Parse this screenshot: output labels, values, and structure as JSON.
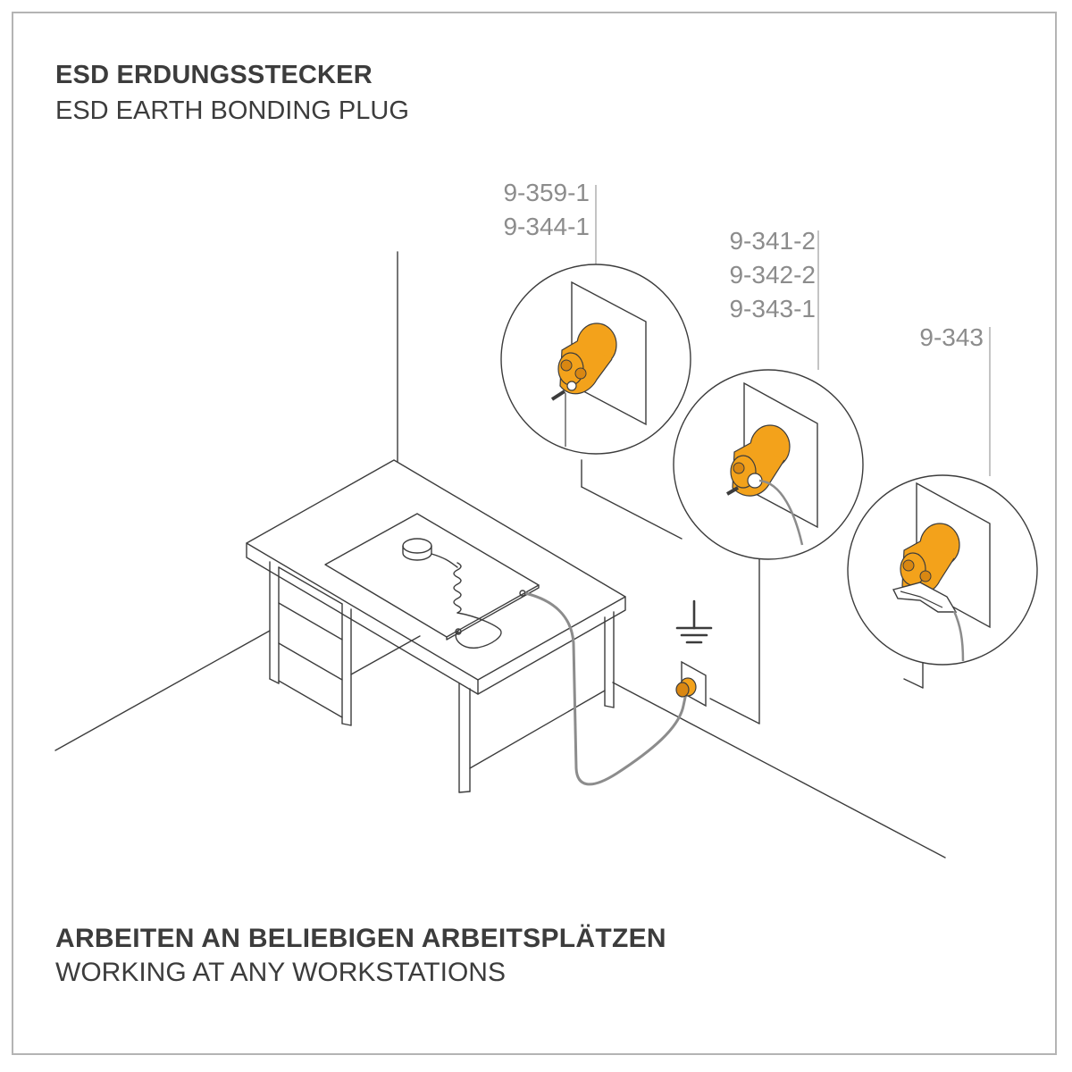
{
  "header": {
    "title_de": "ESD ERDUNGSSTECKER",
    "title_en": "ESD EARTH BONDING PLUG"
  },
  "footer": {
    "caption_de": "ARBEITEN AN BELIEBIGEN ARBEITSPLÄTZEN",
    "caption_en": "WORKING AT ANY WORKSTATIONS"
  },
  "callouts": {
    "circle1": [
      "9-359-1",
      "9-344-1"
    ],
    "circle2": [
      "9-341-2",
      "9-342-2",
      "9-343-1"
    ],
    "circle3": [
      "9-343"
    ]
  },
  "colors": {
    "plug_orange": "#f3a21b",
    "plug_shade": "#d98712",
    "line": "#3c3c3c",
    "label_gray": "#8c8c8c",
    "frame": "#b4b4b4"
  },
  "icons": {
    "ground": "earth-ground-symbol"
  }
}
